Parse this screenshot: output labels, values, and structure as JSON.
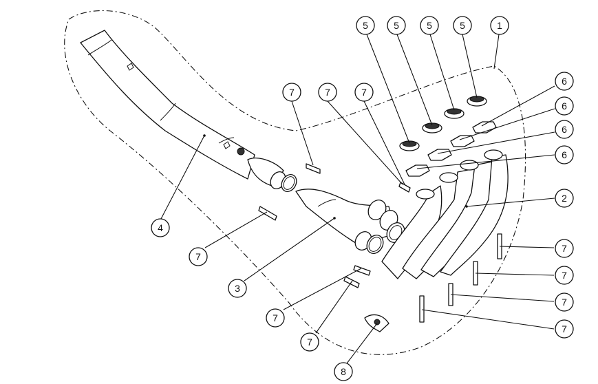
{
  "callouts": {
    "c1": "1",
    "c2": "2",
    "c3": "3",
    "c4": "4",
    "c5a": "5",
    "c5b": "5",
    "c5c": "5",
    "c5d": "5",
    "c6a": "6",
    "c6b": "6",
    "c6c": "6",
    "c6d": "6",
    "c7a": "7",
    "c7b": "7",
    "c7c": "7",
    "c7d": "7",
    "c7e": "7",
    "c7f": "7",
    "c7g": "7",
    "c7h": "7",
    "c7i": "7",
    "c7j": "7",
    "c8": "8"
  }
}
